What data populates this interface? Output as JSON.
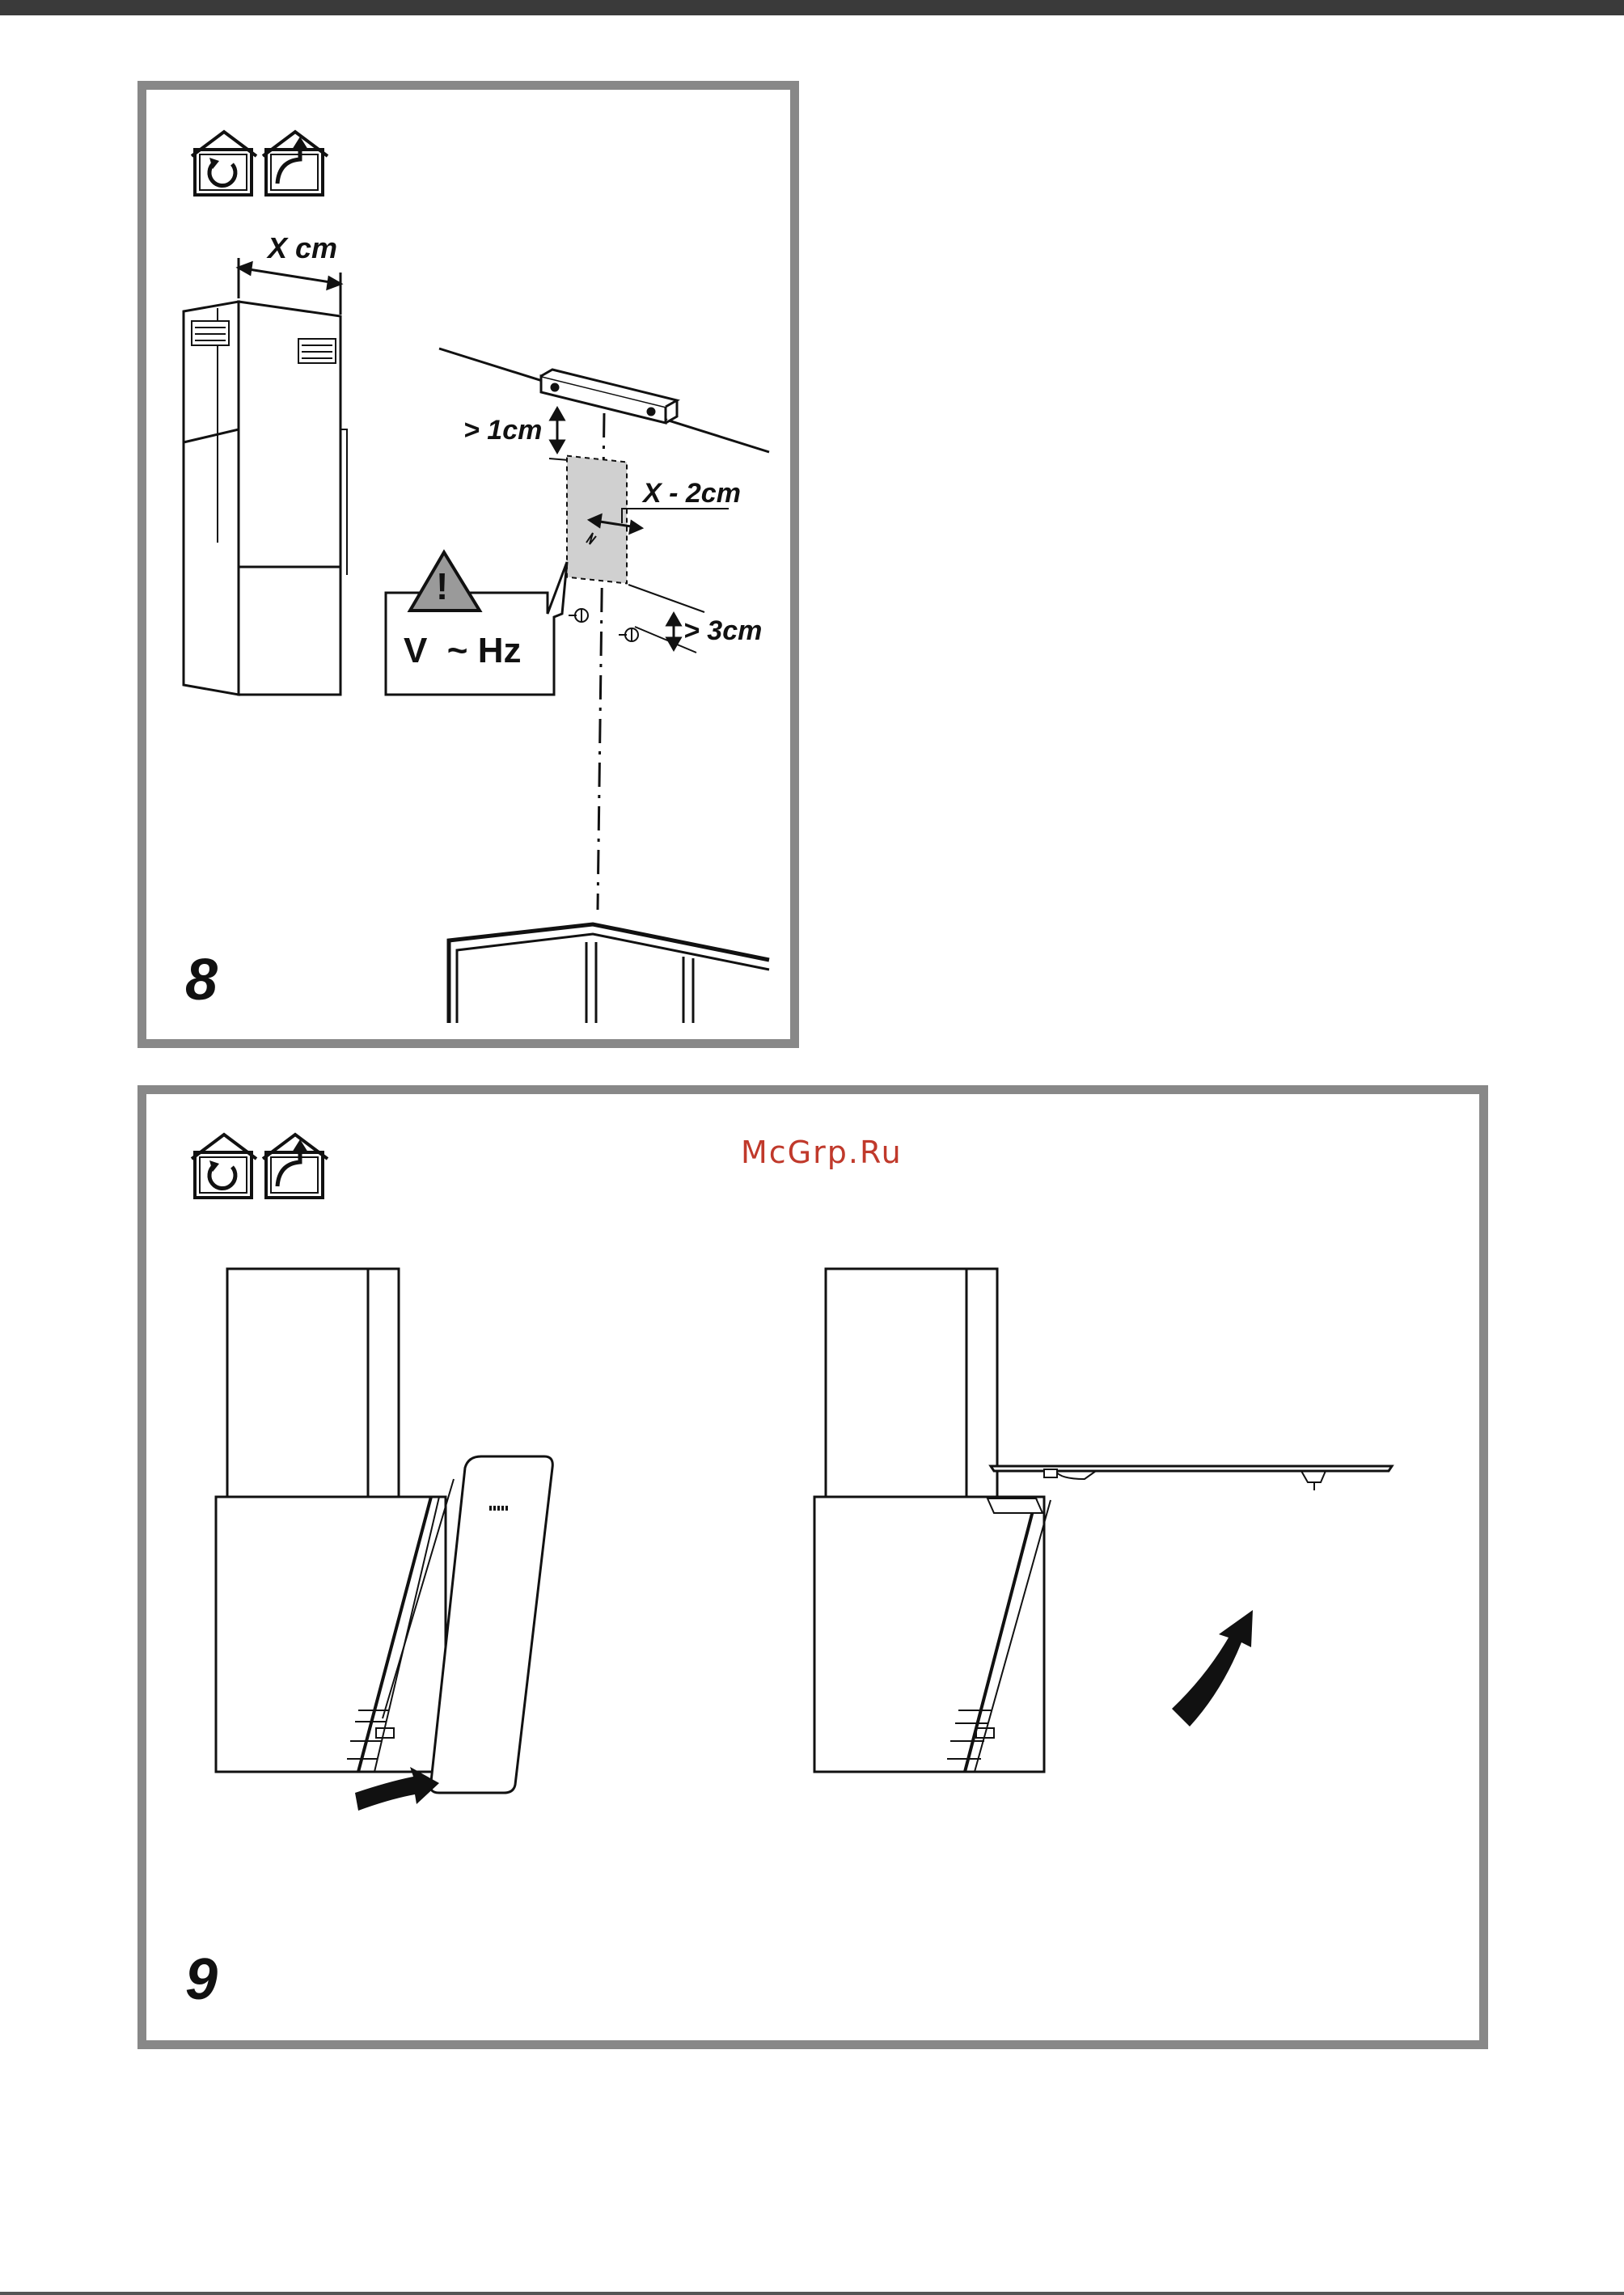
{
  "figures": [
    {
      "number": "8",
      "labels": {
        "width": "X cm",
        "top_clearance": "> 1cm",
        "box_width": "X - 2cm",
        "side_clearance": "> 3cm",
        "electrical": "V  ~ Hz",
        "warning_symbol": "!"
      },
      "icons": [
        "recirculation-icon",
        "ducted-extraction-icon"
      ]
    },
    {
      "number": "9",
      "watermark": "McGrp.Ru",
      "icons": [
        "recirculation-icon",
        "ducted-extraction-icon"
      ]
    }
  ],
  "colors": {
    "panel_border": "#888888",
    "top_bar": "#3a3a3a",
    "watermark": "#c0392b",
    "outlet_box": "#d0d0d0"
  }
}
